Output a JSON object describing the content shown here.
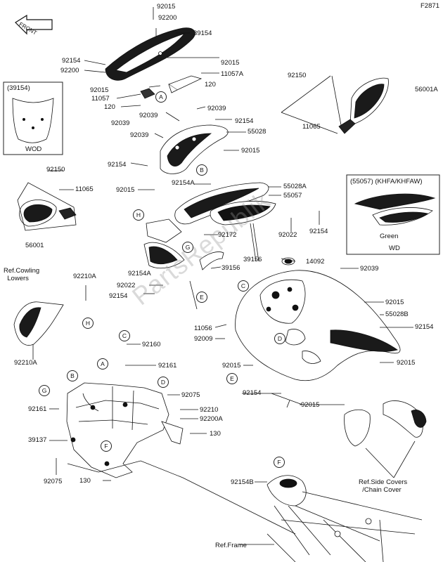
{
  "page_ref": "F2871",
  "watermark": "PartsRepublik",
  "front_arrow": "FRONT",
  "detail_box_1": {
    "header": "(39154)",
    "caption": "WOD"
  },
  "detail_box_2": {
    "header": "(55057) (KHFA/KHFAW)",
    "inner_label": "Green",
    "caption": "WD"
  },
  "labels": {
    "p92015_top": "92015",
    "p92200_top": "92200",
    "p39154": "39154",
    "p92154_left": "92154",
    "p92200_left": "92200",
    "p92015_right": "92015",
    "p11057a": "11057A",
    "p120_right": "120",
    "p92015_mid": "92015",
    "p11057": "11057",
    "p120_left": "120",
    "p92150_r": "92150",
    "p56001a": "56001A",
    "p11065_r": "11065",
    "p92039_a": "92039",
    "p92039_b": "92039",
    "p92154_c": "92154",
    "p92039_c": "92039",
    "p55028": "55028",
    "p92039_d": "92039",
    "p92015_e": "92015",
    "p92154_d": "92154",
    "p92150_l": "92150",
    "p11065_l": "11065",
    "p92015_f": "92015",
    "p92154a": "92154A",
    "p55028a": "55028A",
    "p55057": "55057",
    "p92172": "92172",
    "p92022_r": "92022",
    "p92154_e": "92154",
    "p56001": "56001",
    "p39156_r": "39156",
    "p14092": "14092",
    "p92154a_2": "92154A",
    "p39156_l": "39156",
    "p92039_e": "92039",
    "p92022_l": "92022",
    "p92154_f": "92154",
    "p92210a_top": "92210A",
    "p92015_g": "92015",
    "p55028b": "55028B",
    "p92154_g": "92154",
    "p11056": "11056",
    "p92009": "92009",
    "p92210a_bot": "92210A",
    "p92160": "92160",
    "p92161_r": "92161",
    "p92015_h": "92015",
    "p92015_i": "92015",
    "p92154_h": "92154",
    "p92075_r": "92075",
    "p92015_j": "92015",
    "p92161_l": "92161",
    "p92210": "92210",
    "p92200a": "92200A",
    "p39137": "39137",
    "p130_r": "130",
    "p92075_l": "92075",
    "p130_l": "130",
    "p92154b": "92154B"
  },
  "notes": {
    "ref_cowling": "Ref.Cowling\n  Lowers",
    "ref_side": "Ref.Side Covers\n  /Chain Cover",
    "ref_frame": "Ref.Frame"
  },
  "callouts": [
    "A",
    "B",
    "C",
    "D",
    "E",
    "F",
    "G",
    "H"
  ]
}
